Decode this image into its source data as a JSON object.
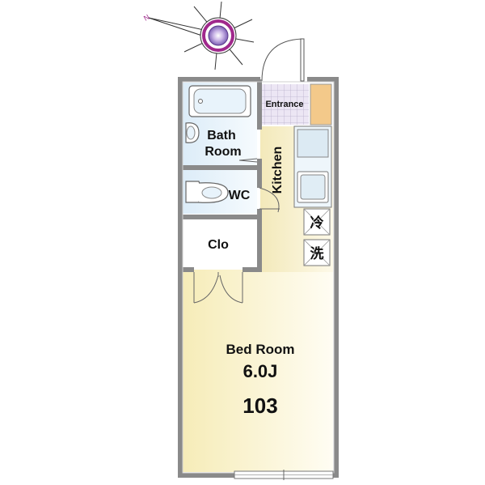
{
  "compass": {
    "north_label": "N"
  },
  "rooms": {
    "entrance": "Entrance",
    "bath_line1": "Bath",
    "bath_line2": "Room",
    "kitchen": "Kitchen",
    "wc": "WC",
    "closet": "Clo",
    "bedroom": "Bed Room",
    "bedroom_size": "6.0J",
    "unit_number": "103"
  },
  "appliances": {
    "fridge_symbol": "冷",
    "washer_symbol": "洗"
  },
  "colors": {
    "wall": "#8a8a8a",
    "bedroom_floor": "#fbf4d2",
    "kitchen_floor": "#f7f0c9",
    "wet_area": "#e8f3fb",
    "entrance_tile": "#ece6f4",
    "shoe_box": "#f3c98a",
    "compass_ring": "#a0288c"
  }
}
